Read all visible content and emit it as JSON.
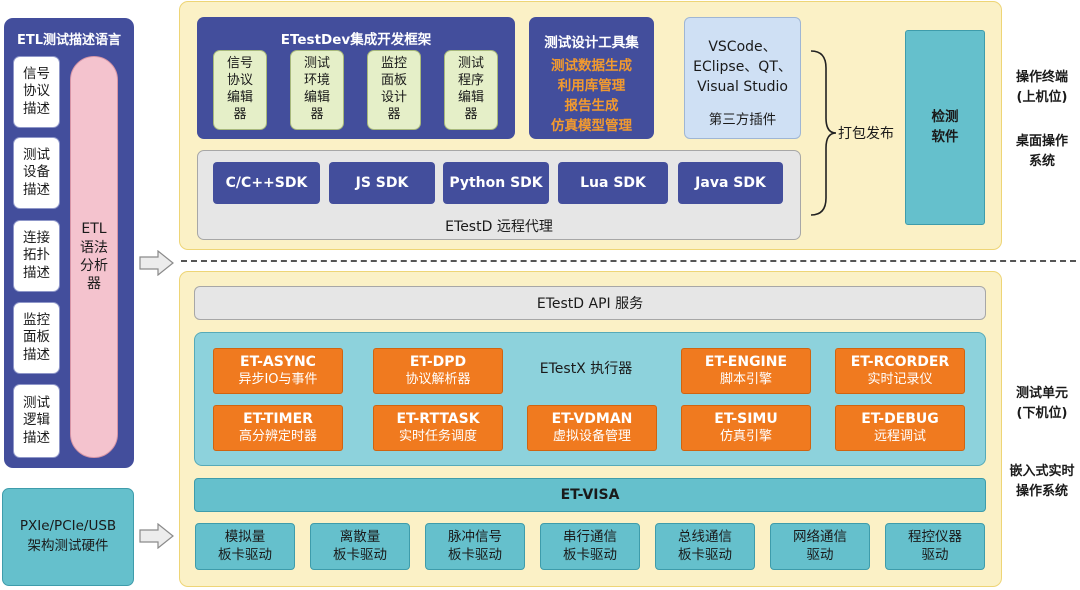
{
  "etl": {
    "title": "ETL测试描述语言",
    "items": [
      {
        "lines": [
          "信号",
          "协议",
          "描述"
        ]
      },
      {
        "lines": [
          "测试",
          "设备",
          "描述"
        ]
      },
      {
        "lines": [
          "连接",
          "拓扑",
          "描述"
        ]
      },
      {
        "lines": [
          "监控",
          "面板",
          "描述"
        ]
      },
      {
        "lines": [
          "测试",
          "逻辑",
          "描述"
        ]
      }
    ],
    "analyzer": [
      "ETL",
      "语法",
      "分析",
      "器"
    ]
  },
  "hardware": {
    "lines": [
      "PXIe/PCIe/USB",
      "架构测试硬件"
    ]
  },
  "upper": {
    "etestdev": {
      "title": "ETestDev集成开发框架",
      "editors": [
        {
          "lines": [
            "信号",
            "协议",
            "编辑",
            "器"
          ]
        },
        {
          "lines": [
            "测试",
            "环境",
            "编辑",
            "器"
          ]
        },
        {
          "lines": [
            "监控",
            "面板",
            "设计",
            "器"
          ]
        },
        {
          "lines": [
            "测试",
            "程序",
            "编辑",
            "器"
          ]
        }
      ]
    },
    "tools": {
      "title": "测试设计工具集",
      "items": [
        "测试数据生成",
        "利用库管理",
        "报告生成",
        "仿真模型管理"
      ],
      "accent": "#f29a2e"
    },
    "third_party": {
      "lines": [
        "VSCode、",
        "EClipse、QT、",
        "Visual Studio"
      ],
      "label": "第三方插件"
    },
    "sdks": [
      "C/C++SDK",
      "JS SDK",
      "Python SDK",
      "Lua SDK",
      "Java SDK"
    ],
    "proxy": "ETestD 远程代理",
    "pack": "打包发布",
    "detect": {
      "lines": [
        "检测",
        "软件"
      ]
    }
  },
  "lower": {
    "api": "ETestD API 服务",
    "executor": "ETestX 执行器",
    "modules": [
      {
        "name": "ET-ASYNC",
        "desc": "异步IO与事件"
      },
      {
        "name": "ET-DPD",
        "desc": "协议解析器"
      },
      {
        "name": "ET-ENGINE",
        "desc": "脚本引擎"
      },
      {
        "name": "ET-RCORDER",
        "desc": "实时记录仪"
      },
      {
        "name": "ET-TIMER",
        "desc": "高分辨定时器"
      },
      {
        "name": "ET-RTTASK",
        "desc": "实时任务调度"
      },
      {
        "name": "ET-VDMAN",
        "desc": "虚拟设备管理"
      },
      {
        "name": "ET-SIMU",
        "desc": "仿真引擎"
      },
      {
        "name": "ET-DEBUG",
        "desc": "远程调试"
      }
    ],
    "visa": "ET-VISA",
    "drivers": [
      {
        "lines": [
          "模拟量",
          "板卡驱动"
        ]
      },
      {
        "lines": [
          "离散量",
          "板卡驱动"
        ]
      },
      {
        "lines": [
          "脉冲信号",
          "板卡驱动"
        ]
      },
      {
        "lines": [
          "串行通信",
          "板卡驱动"
        ]
      },
      {
        "lines": [
          "总线通信",
          "板卡驱动"
        ]
      },
      {
        "lines": [
          "网络通信",
          "驱动"
        ]
      },
      {
        "lines": [
          "程控仪器",
          "驱动"
        ]
      }
    ]
  },
  "side_labels": {
    "operate": [
      "操作终端",
      "(上机位)"
    ],
    "desktop": [
      "桌面操作",
      "系统"
    ],
    "unit": [
      "测试单元",
      "(下机位)"
    ],
    "embedded": [
      "嵌入式实时",
      "操作系统"
    ]
  },
  "colors": {
    "navy": "#434e9c",
    "teal": "#65c0cc",
    "light_teal": "#8dd2dc",
    "orange": "#f07a1f",
    "cream": "#fbf1c6",
    "pink": "#f4c3ce",
    "light_green": "#e5efc8",
    "light_blue": "#cfe0f4",
    "gray": "#e6e6e6"
  }
}
